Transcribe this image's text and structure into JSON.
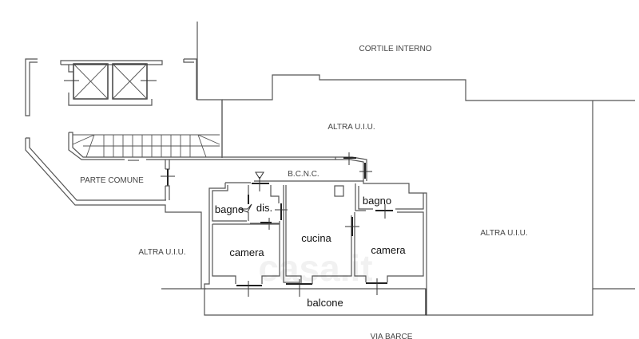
{
  "plan": {
    "exterior_labels": {
      "courtyard": "CORTILE INTERNO",
      "other_unit_top": "ALTRA U.I.U.",
      "other_unit_left": "ALTRA U.I.U.",
      "other_unit_right": "ALTRA U.I.U.",
      "common_area": "PARTE COMUNE",
      "bcnc": "B.C.N.C.",
      "street": "VIA BARCE"
    },
    "rooms": {
      "bathroom_left": "bagno",
      "hallway": "dis.",
      "kitchen": "cucina",
      "bathroom_right": "bagno",
      "bedroom_left": "camera",
      "bedroom_right": "camera",
      "balcony": "balcone"
    },
    "watermark": "casa.it"
  }
}
